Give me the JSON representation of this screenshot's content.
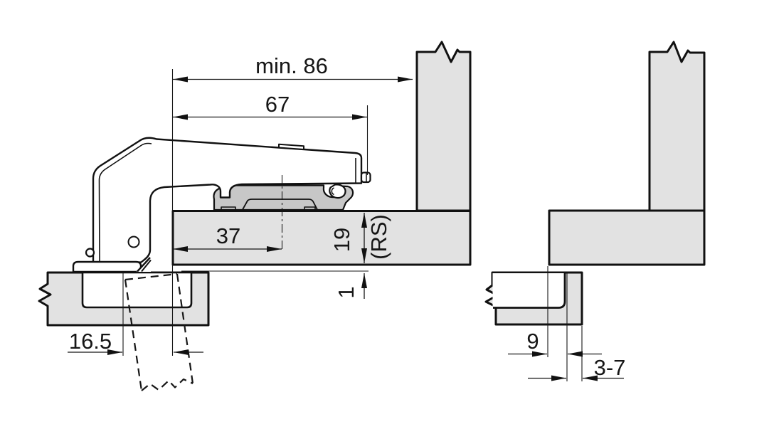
{
  "diagram": {
    "title": "Concealed hinge mounting — section views",
    "colors": {
      "panel": "#e2e2e2",
      "plate": "#c7c7c7",
      "outline": "#111111",
      "background": "#ffffff"
    },
    "left_view": {
      "dims": {
        "min_depth": "min. 86",
        "arm_projection": "67",
        "plate_position": "37",
        "panel_thickness": "19",
        "panel_thickness_ref": "(RS)",
        "gap": "1",
        "cup_distance": "16.5"
      }
    },
    "right_view": {
      "dims": {
        "overlay": "9",
        "reveal": "3-7"
      }
    }
  }
}
